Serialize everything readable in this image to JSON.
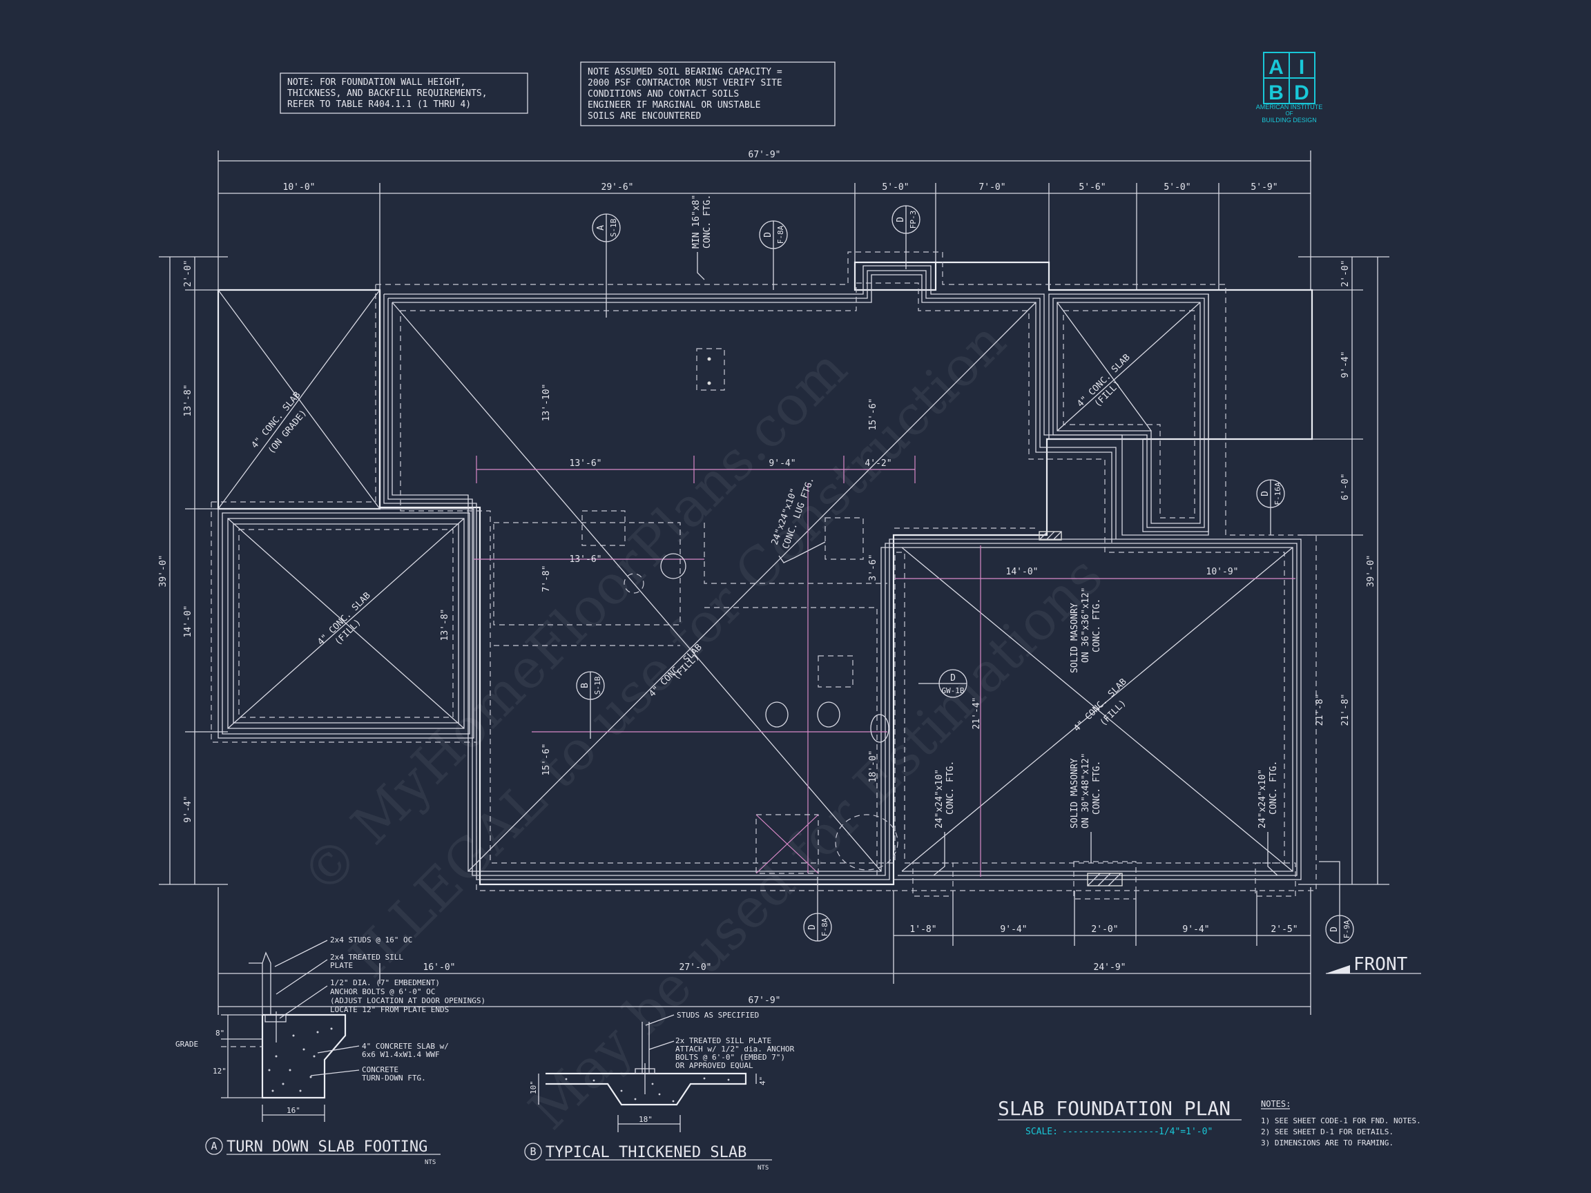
{
  "notes_top": {
    "wall": [
      "NOTE: FOR FOUNDATION WALL HEIGHT,",
      "THICKNESS, AND BACKFILL REQUIREMENTS,",
      "REFER TO TABLE R404.1.1 (1 THRU 4)"
    ],
    "soil": [
      "NOTE ASSUMED SOIL BEARING CAPACITY =",
      "2000 PSF CONTRACTOR MUST VERIFY SITE",
      "CONDITIONS AND CONTACT SOILS",
      "ENGINEER IF MARGINAL OR UNSTABLE",
      "SOILS ARE ENCOUNTERED"
    ]
  },
  "logo": {
    "letters": [
      "A",
      "I",
      "B",
      "D"
    ],
    "line1": "AMERICAN INSTITUTE",
    "line2": "OF",
    "line3": "BUILDING DESIGN",
    "color": "#19c8d8"
  },
  "dims_top": {
    "overall": "67'-9\"",
    "segments": [
      "10'-0\"",
      "29'-6\"",
      "5'-0\"",
      "7'-0\"",
      "5'-6\"",
      "5'-0\"",
      "5'-9\""
    ]
  },
  "dims_left": {
    "overall": "39'-0\"",
    "segments": [
      "2'-0\"",
      "13'-8\"",
      "14'-0\"",
      "9'-4\""
    ]
  },
  "dims_right": {
    "overall": "39'-0\"",
    "segments": [
      "2'-0\"",
      "9'-4\"",
      "6'-0\"",
      "21'-8\""
    ]
  },
  "dims_bottom": {
    "overall": "67'-9\"",
    "left": "16'-0\"",
    "mid": "27'-0\"",
    "right": "24'-9\"",
    "segments": [
      "1'-8\"",
      "9'-4\"",
      "2'-0\"",
      "9'-4\"",
      "2'-5\""
    ]
  },
  "dims_interior": {
    "d1": "13'-6\"",
    "d2": "9'-4\"",
    "d3": "4'-2\"",
    "d4": "13'-6\"",
    "d5": "14'-0\"",
    "d6": "10'-9\"",
    "v1": "13'-10\"",
    "v2": "15'-6\"",
    "v3": "7'-8\"",
    "v4": "15'-6\"",
    "v5": "13'-8\"",
    "v6": "3'-6\"",
    "v7": "18'-0\"",
    "v8": "21'-4\"",
    "v9": "21'-8\""
  },
  "callouts": [
    {
      "top": "A",
      "bottom": "S-1B"
    },
    {
      "top": "D",
      "bottom": "F-8A"
    },
    {
      "top": "D",
      "bottom": "FP-3"
    },
    {
      "top": "D",
      "bottom": "F-16A"
    },
    {
      "top": "B",
      "bottom": "S-1B"
    },
    {
      "top": "D",
      "bottom": "GW-1B"
    },
    {
      "top": "D",
      "bottom": "F-8A"
    },
    {
      "top": "D",
      "bottom": "F-9A"
    }
  ],
  "labels": {
    "ftg_min": [
      "MIN 16\"x8\"",
      "CONC. FTG."
    ],
    "slab_grade": [
      "4\" CONC. SLAB",
      "(ON GRADE)"
    ],
    "slab_fill": [
      "4\" CONC. SLAB",
      "(FILL)"
    ],
    "lug_ftg": [
      "24\"x24\"x10\"",
      "CONC. LUG FTG."
    ],
    "masonry1": [
      "SOLID MASONRY",
      "ON 36\"x36\"x12\"",
      "CONC. FTG."
    ],
    "masonry2": [
      "SOLID MASONRY",
      "ON 30\"x48\"x12\"",
      "CONC. FTG."
    ],
    "ftg24": [
      "24\"x24\"x10\"",
      "CONC. FTG."
    ],
    "front": "FRONT"
  },
  "detail_a": {
    "notes": [
      "2x4 STUDS @ 16\" OC",
      "2x4 TREATED SILL",
      "PLATE",
      "1/2\" DIA. (7\" EMBEDMENT)",
      "ANCHOR BOLTS @ 6'-0\" OC",
      "(ADJUST LOCATION AT DOOR OPENINGS)",
      "LOCATE 12\" FROM PLATE ENDS",
      "4\" CONCRETE SLAB w/",
      "6x6 W1.4xW1.4 WWF",
      "CONCRETE",
      "TURN-DOWN FTG."
    ],
    "grade": "GRADE",
    "d8": "8\"",
    "d12": "12\"",
    "d16": "16\"",
    "mark": "A",
    "title": "TURN DOWN SLAB FOOTING",
    "nts": "NTS"
  },
  "detail_b": {
    "notes": [
      "STUDS AS SPECIFIED",
      "2x TREATED SILL PLATE",
      "ATTACH w/ 1/2\" dia. ANCHOR",
      "BOLTS @ 6'-0\" (EMBED 7\")",
      "OR APPROVED EQUAL"
    ],
    "d10": "10\"",
    "d4": "4\"",
    "d18": "18\"",
    "mark": "B",
    "title": "TYPICAL THICKENED SLAB",
    "nts": "NTS"
  },
  "title_block": {
    "title": "SLAB FOUNDATION PLAN",
    "scale_label": "SCALE:",
    "scale_dashes": "------------------",
    "scale_value": "1/4\"=1'-0\"",
    "scale_color": "#19c8d8"
  },
  "general_notes": {
    "heading": "NOTES:",
    "items": [
      "1)  SEE SHEET CODE-1 FOR FND. NOTES.",
      "2)  SEE SHEET D-1 FOR DETAILS.",
      "3)  DIMENSIONS ARE TO FRAMING."
    ]
  },
  "watermark": [
    "© MyHomeFloorPlans.com",
    "ILLEGAL to use for Construction",
    "May be used for Estimations"
  ]
}
